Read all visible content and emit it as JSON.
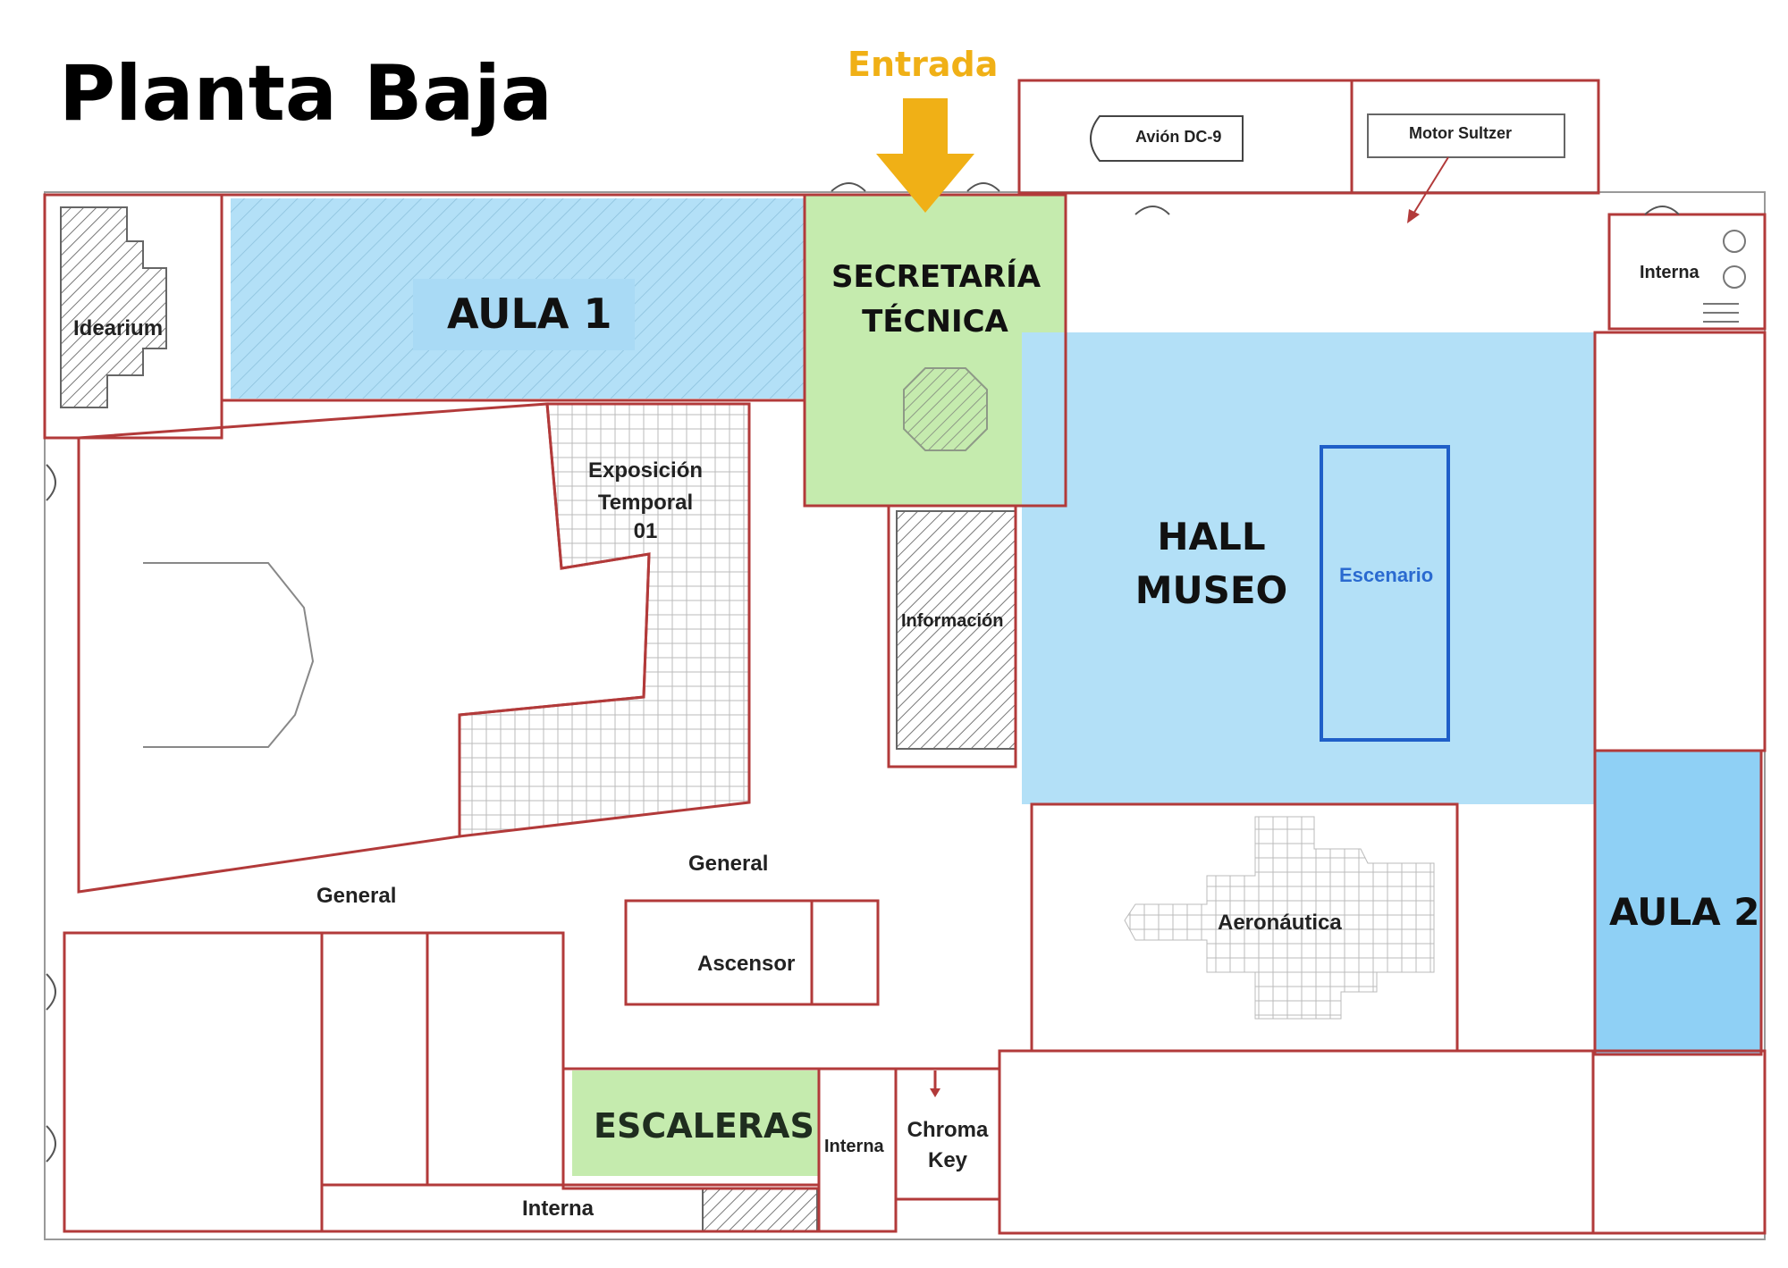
{
  "title": "Planta Baja",
  "entrance": {
    "label": "Entrada",
    "color": "#F0B016"
  },
  "colors": {
    "wall": "#B23A3A",
    "room_blue": "#B3E0F7",
    "room_blue_dark": "#8FD0F5",
    "room_green": "#C5EBAE",
    "stage_outline": "#1F5FC8",
    "stage_text": "#2A6AD0"
  },
  "highlighted_rooms": {
    "aula1": "AULA 1",
    "secretaria_line1": "SECRETARÍA",
    "secretaria_line2": "TÉCNICA",
    "hall_line1": "HALL",
    "hall_line2": "MUSEO",
    "aula2": "AULA 2",
    "escaleras": "ESCALERAS"
  },
  "plan_labels": {
    "idearium": "Idearium",
    "avion": "Avión DC-9",
    "motor": "Motor Sultzer",
    "interna_top": "Interna",
    "exposicion_line1": "Exposición",
    "exposicion_line2": "Temporal",
    "exposicion_line3": "01",
    "informacion": "Información",
    "escenario": "Escenario",
    "general_center": "General",
    "general_left": "General",
    "ascensor": "Ascensor",
    "aeronautica": "Aeronáutica",
    "interna_mid": "Interna",
    "chroma_line1": "Chroma",
    "chroma_line2": "Key",
    "interna_bottom": "Interna"
  }
}
